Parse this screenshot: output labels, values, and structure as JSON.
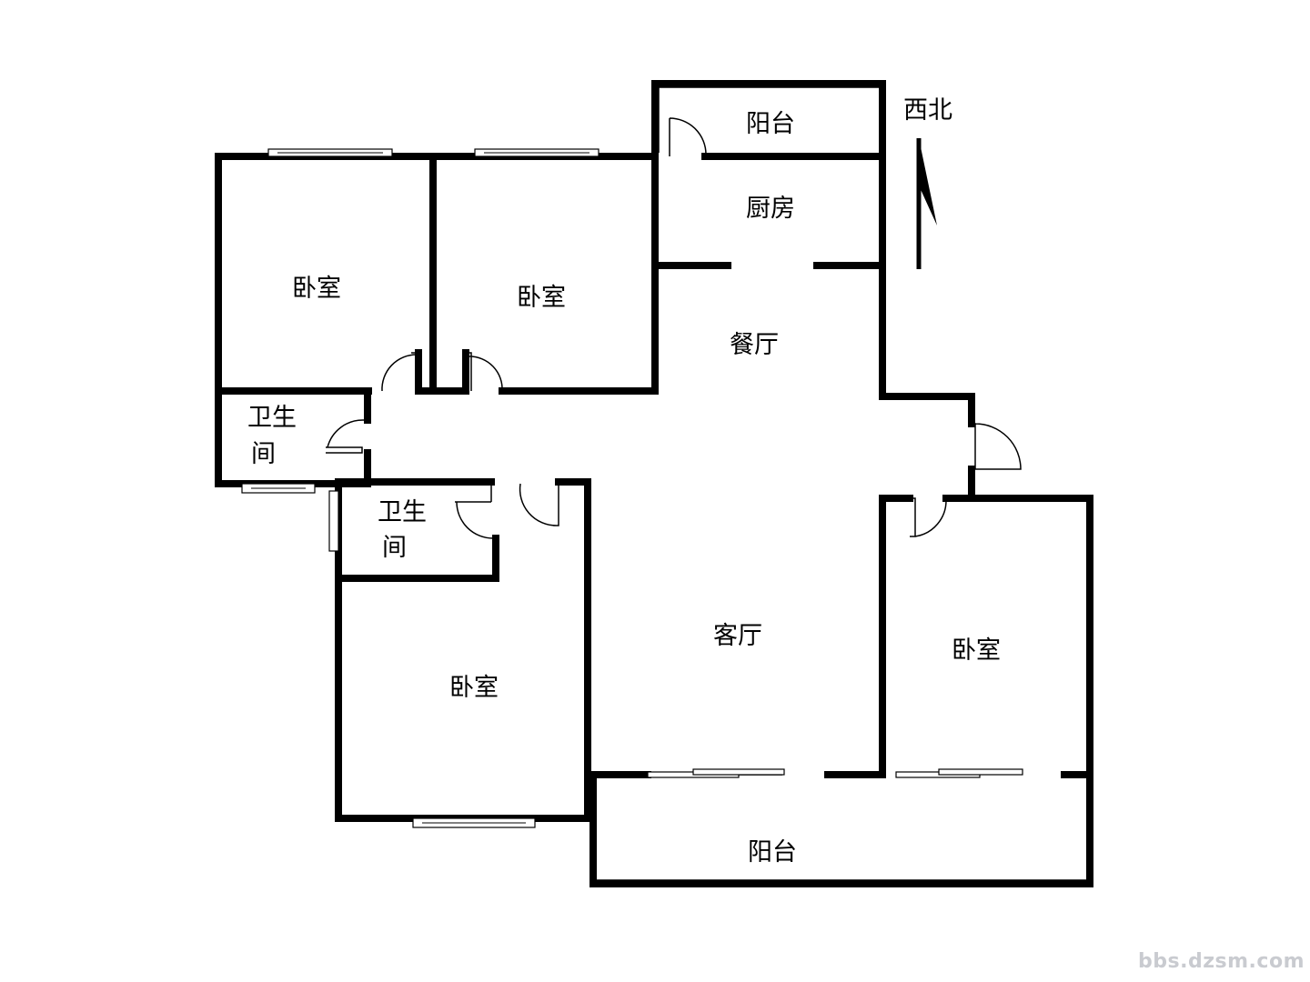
{
  "rooms": {
    "bedroom_nw": "卧室",
    "bedroom_n": "卧室",
    "bedroom_sw": "卧室",
    "bedroom_e": "卧室",
    "balcony_north": "阳台",
    "kitchen": "厨房",
    "dining": "餐厅",
    "living": "客厅",
    "balcony_south": "阳台",
    "bathroom_1_line1": "卫生",
    "bathroom_1_line2": "间",
    "bathroom_2_line1": "卫生",
    "bathroom_2_line2": "间"
  },
  "compass": {
    "label": "西北"
  },
  "watermark": "bbs.dzsm.com"
}
